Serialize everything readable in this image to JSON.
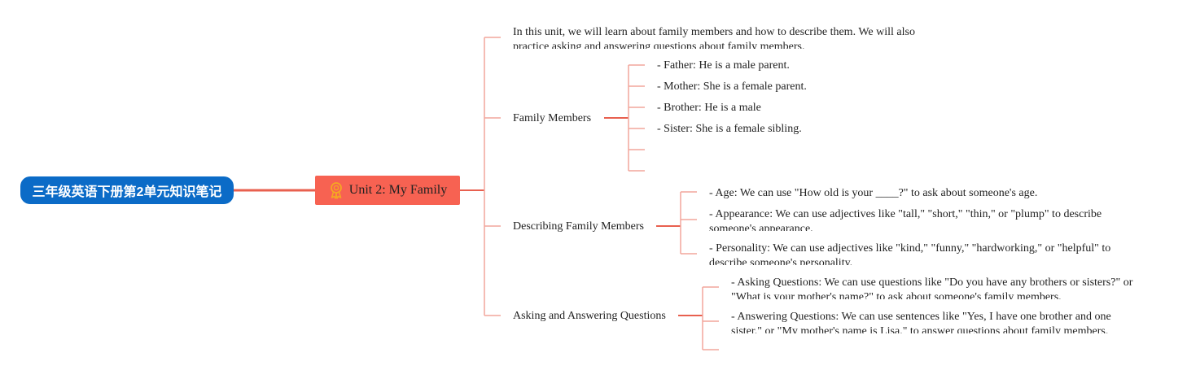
{
  "root": {
    "title": "三年级英语下册第2单元知识笔记"
  },
  "main_topic": {
    "title": "Unit 2: My Family",
    "icon": "award-ribbon-icon"
  },
  "branches": {
    "intro": {
      "line1": "In this unit, we will learn about family members and how to describe them. We will also",
      "line2": "practice asking and answering questions about family members."
    },
    "family_members": {
      "label": "Family Members",
      "items": [
        "- Father: He is a male parent.",
        "- Mother: She is a female parent.",
        "- Brother: He is a male",
        "- Sister: She is a female sibling.",
        "",
        ""
      ]
    },
    "describing": {
      "label": "Describing Family Members",
      "items": [
        {
          "line1": "- Age: We can use \"How old is your ____?\" to ask about someone's age.",
          "line2": ""
        },
        {
          "line1": "- Appearance: We can use adjectives like \"tall,\" \"short,\" \"thin,\" or \"plump\" to describe",
          "line2": "someone's appearance."
        },
        {
          "line1": "- Personality: We can use adjectives like \"kind,\" \"funny,\" \"hardworking,\" or \"helpful\" to",
          "line2": "describe someone's personality."
        }
      ]
    },
    "asking": {
      "label": "Asking and Answering Questions",
      "items": [
        {
          "line1": "- Asking Questions: We can use questions like \"Do you have any brothers or sisters?\" or",
          "line2": "\"What is your mother's name?\" to ask about someone's family members."
        },
        {
          "line1": "- Answering Questions: We can use sentences like \"Yes, I have one brother and one",
          "line2": "sister.\" or \"My mother's name is Lisa.\" to answer questions about family members."
        },
        {
          "line1": "",
          "line2": ""
        }
      ]
    }
  },
  "colors": {
    "root_fill": "#0b6bc7",
    "main_fill": "#f76252",
    "connector_strong": "#e8604f",
    "connector_light": "#f2a69c",
    "icon": "#f5a623"
  }
}
